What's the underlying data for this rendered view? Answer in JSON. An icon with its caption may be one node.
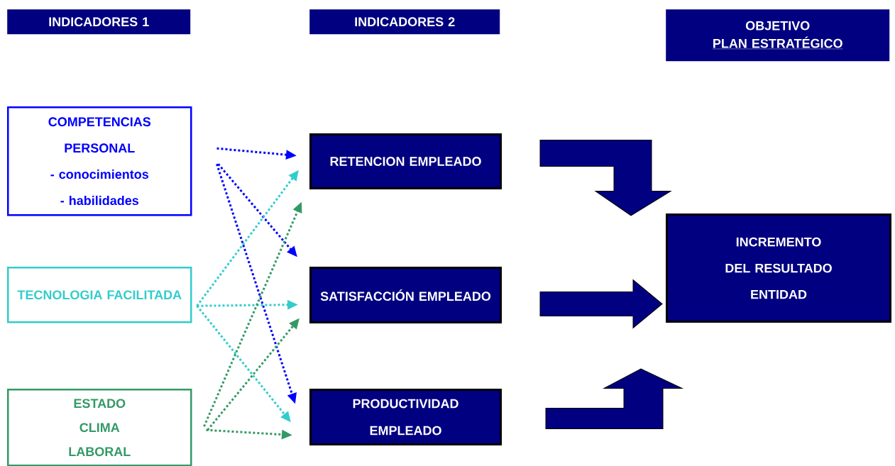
{
  "diagram": {
    "nodes": [
      {
        "text": [
          "INDICADORES 1"
        ]
      },
      {
        "text": [
          "INDICADORES 2"
        ]
      },
      {
        "text": [
          "OBJETIVO",
          "PLAN ESTRATÉGICO"
        ]
      },
      {
        "text": [
          "COMPETENCIAS PERSONAL",
          "- conocimientos",
          "- habilidades"
        ]
      },
      {
        "text": [
          "TECNOLOGIA FACILITADA"
        ]
      },
      {
        "text": [
          "ESTADO CLIMA LABORAL"
        ]
      },
      {
        "text": [
          "RETENCION EMPLEADO"
        ]
      },
      {
        "text": [
          "SATISFACCIÓN EMPLEADO"
        ]
      },
      {
        "text": [
          "PRODUCTIVIDAD EMPLEADO"
        ]
      },
      {
        "text": [
          "INCREMENTO DEL RESULTADO ENTIDAD"
        ]
      }
    ],
    "edges": [
      {
        "from": 3,
        "to": 6,
        "arrow": "to",
        "color": "#0000ff"
      },
      {
        "from": 3,
        "to": 7,
        "arrow": "to",
        "color": "#0000ff"
      },
      {
        "from": 3,
        "to": 8,
        "arrow": "to",
        "color": "#0000ff"
      },
      {
        "from": 4,
        "to": 6,
        "arrow": "to",
        "color": "#33cccc"
      },
      {
        "from": 4,
        "to": 7,
        "arrow": "to",
        "color": "#33cccc"
      },
      {
        "from": 4,
        "to": 8,
        "arrow": "to",
        "color": "#33cccc"
      },
      {
        "from": 5,
        "to": 6,
        "arrow": "to",
        "color": "#339966"
      },
      {
        "from": 5,
        "to": 7,
        "arrow": "to",
        "color": "#339966"
      },
      {
        "from": 5,
        "to": 8,
        "arrow": "to",
        "color": "#339966"
      },
      {
        "from": 6,
        "to": 9,
        "arrow": "to",
        "style": "thick",
        "color": "#000080"
      },
      {
        "from": 7,
        "to": 9,
        "arrow": "to",
        "style": "thick",
        "color": "#000080"
      },
      {
        "from": 8,
        "to": 9,
        "arrow": "to",
        "style": "thick",
        "color": "#000080"
      }
    ]
  }
}
